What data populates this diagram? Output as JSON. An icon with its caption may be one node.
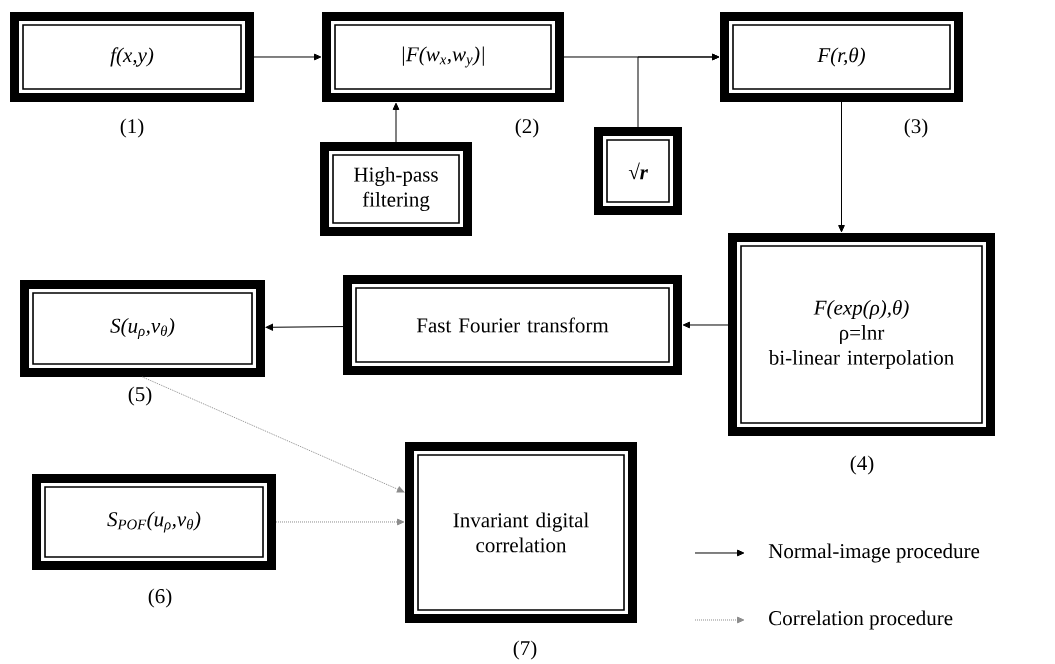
{
  "diagram": {
    "nodes": [
      {
        "text": [
          "f(x,y)"
        ],
        "beside": [
          "(1)"
        ]
      },
      {
        "text": [
          "|F(w$_{x}$,w$_{y}$)|"
        ],
        "beside": [
          "(2)"
        ]
      },
      {
        "text": [
          "High-pass filtering"
        ]
      },
      {
        "text": [
          "√r"
        ]
      },
      {
        "text": [
          "F(r,θ)"
        ],
        "beside": [
          "(3)"
        ]
      },
      {
        "text": [
          "F(exp(ρ),θ)",
          "ρ=lnr",
          "bi-linear interpolation"
        ],
        "beside": [
          "(4)"
        ]
      },
      {
        "text": [
          "Fast Fourier transform"
        ]
      },
      {
        "text": [
          "S(u$_{ρ}$,v$_{θ}$)"
        ],
        "beside": [
          "(5)"
        ]
      },
      {
        "text": [
          "S$_{POF}$(u$_{ρ}$,v$_{θ}$)"
        ],
        "beside": [
          "(6)"
        ]
      },
      {
        "text": [
          "Invariant digital correlation"
        ],
        "beside": [
          "(7)"
        ]
      }
    ],
    "edges": [
      {
        "from": 0,
        "to": 1,
        "arrow": "to"
      },
      {
        "from": 2,
        "to": 1,
        "arrow": "to"
      },
      {
        "from": 1,
        "to": 4,
        "arrow": "to"
      },
      {
        "from": 3,
        "to": 4,
        "arrow": "to"
      },
      {
        "from": 4,
        "to": 5,
        "arrow": "to"
      },
      {
        "from": 5,
        "to": 6,
        "arrow": "to"
      },
      {
        "from": 6,
        "to": 7,
        "arrow": "to"
      },
      {
        "from": 7,
        "to": 9,
        "arrow": "to",
        "style": "dashed",
        "color": "#8c8c8c"
      },
      {
        "from": 8,
        "to": 9,
        "arrow": "to",
        "style": "dashed",
        "color": "#8c8c8c"
      }
    ],
    "legend": [
      {
        "text": "Normal-image procedure"
      },
      {
        "text": "Correlation procedure"
      }
    ]
  }
}
